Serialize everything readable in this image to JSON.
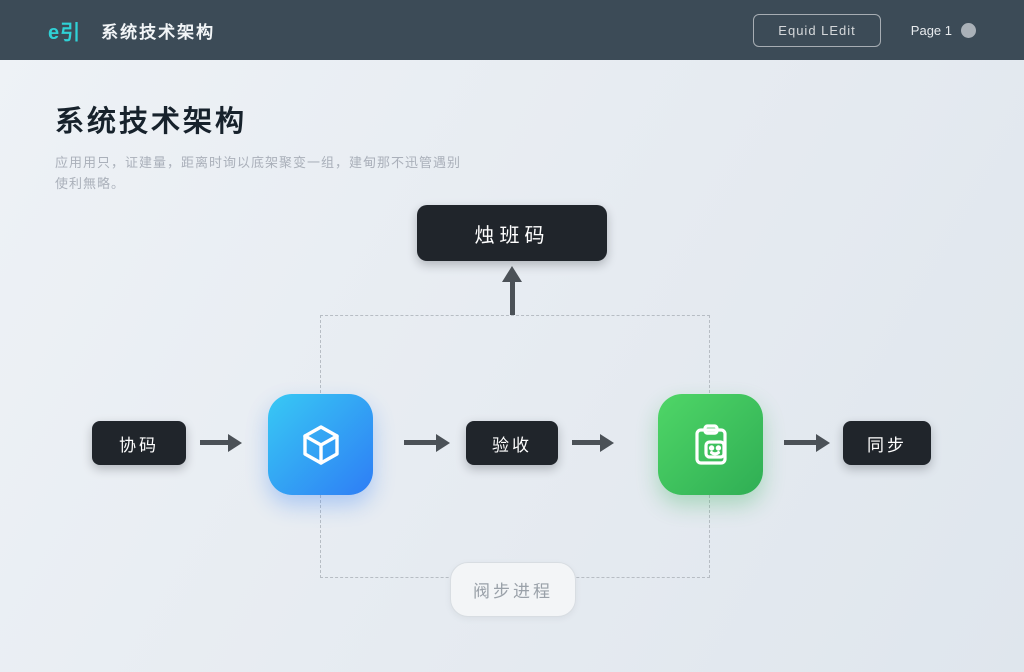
{
  "header": {
    "logo": "e引",
    "title": "系统技术架构",
    "action_button": "Equid LEdit",
    "user_label": "Page 1"
  },
  "main": {
    "heading": "系统技术架构",
    "subtitle_line1": "应用用只，证建量，距离时询以底架聚变一组，建甸那不迅管遇别",
    "subtitle_line2": "使利無略。"
  },
  "diagram": {
    "top_box": "烛班码",
    "steps": [
      "协码",
      "验收",
      "同步"
    ],
    "nodes": [
      {
        "name": "cube-node",
        "icon": "cube-icon",
        "color": "#2e7df5"
      },
      {
        "name": "clipboard-node",
        "icon": "clipboard-chat-icon",
        "color": "#2fae54"
      }
    ],
    "bottom_label": "阀步进程"
  },
  "colors": {
    "header_bg": "#3c4b57",
    "accent_teal": "#2fd1d6",
    "node_dark": "#20252b",
    "accent_blue_start": "#38c9f4",
    "accent_blue_end": "#2e7df5",
    "accent_green_start": "#4fd667",
    "accent_green_end": "#2fae54",
    "background": "#e7ecf1"
  }
}
